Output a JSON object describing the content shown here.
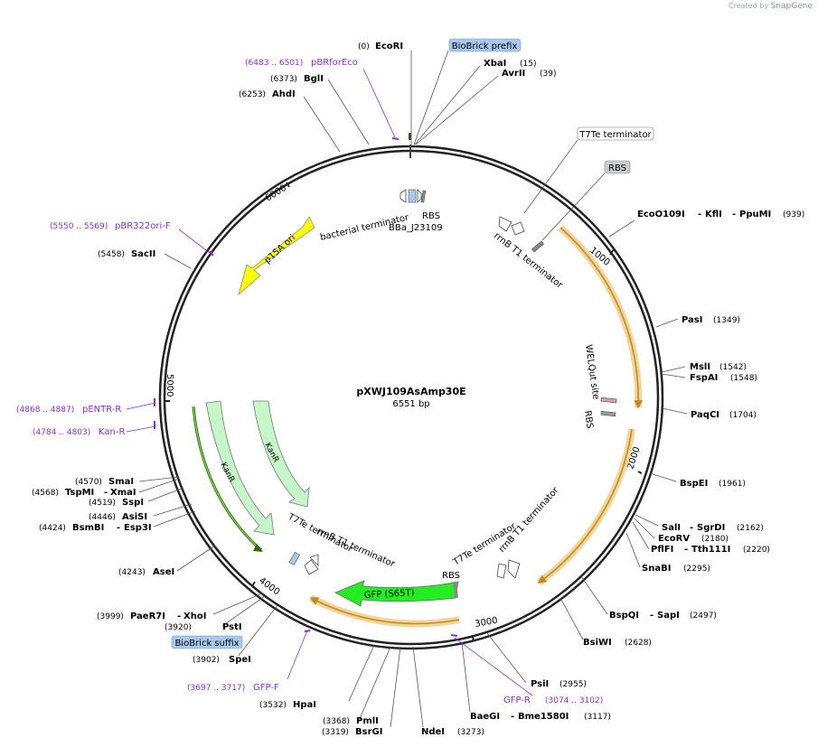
{
  "header": {
    "created_by": "Created by",
    "brand": "SnapGene"
  },
  "plasmid": {
    "name": "pXWJ109AsAmp30E",
    "size_label": "6551 bp",
    "length": 6551
  },
  "ruler": [
    "1000",
    "2000",
    "3000",
    "4000",
    "5000",
    "6000"
  ],
  "colors": {
    "primer": "#8b2fc9",
    "ori": "#ffff00",
    "kanr": "#c6f7c9",
    "gfp": "#22ee22",
    "orange": "#f1d59a",
    "promoter_box": "#a9c8ef",
    "rbs_box": "#c9ced3"
  },
  "sites": [
    {
      "name": "EcoRI",
      "pos": "(0)"
    },
    {
      "name": "XbaI",
      "pos": "(15)"
    },
    {
      "name": "AvrII",
      "pos": "(39)"
    },
    {
      "name": "EcoO109I",
      "name2": "KflI",
      "name3": "PpuMI",
      "pos": "(939)"
    },
    {
      "name": "PasI",
      "pos": "(1349)"
    },
    {
      "name": "MslI",
      "pos": "(1542)"
    },
    {
      "name": "FspAI",
      "pos": "(1548)"
    },
    {
      "name": "PaqCI",
      "pos": "(1704)"
    },
    {
      "name": "BspEI",
      "pos": "(1961)"
    },
    {
      "name": "SalI",
      "name2": "SgrDI",
      "pos": "(2162)"
    },
    {
      "name": "EcoRV",
      "pos": "(2180)"
    },
    {
      "name": "PflFI",
      "name2": "Tth111I",
      "pos": "(2220)"
    },
    {
      "name": "SnaBI",
      "pos": "(2295)"
    },
    {
      "name": "BspQI",
      "name2": "SapI",
      "pos": "(2497)"
    },
    {
      "name": "BsiWI",
      "pos": "(2628)"
    },
    {
      "name": "PsiI",
      "pos": "(2955)"
    },
    {
      "name": "BaeGI",
      "name2": "Bme1580I",
      "pos": "(3117)"
    },
    {
      "name": "NdeI",
      "pos": "(3273)"
    },
    {
      "name": "BsrGI",
      "pos": "(3319)"
    },
    {
      "name": "PmlI",
      "pos": "(3368)"
    },
    {
      "name": "HpaI",
      "pos": "(3532)"
    },
    {
      "name": "SpeI",
      "pos": "(3902)"
    },
    {
      "name": "PstI",
      "pos": "(3920)"
    },
    {
      "name": "PaeR7I",
      "name2": "XhoI",
      "pos": "(3999)"
    },
    {
      "name": "AseI",
      "pos": "(4243)"
    },
    {
      "name": "BsmBI",
      "name2": "Esp3I",
      "pos": "(4424)"
    },
    {
      "name": "AsiSI",
      "pos": "(4446)"
    },
    {
      "name": "SspI",
      "pos": "(4519)"
    },
    {
      "name": "TspMI",
      "name2": "XmaI",
      "pos": "(4568)"
    },
    {
      "name": "SmaI",
      "pos": "(4570)"
    },
    {
      "name": "SacII",
      "pos": "(5458)"
    },
    {
      "name": "AhdI",
      "pos": "(6253)"
    },
    {
      "name": "BglI",
      "pos": "(6373)"
    }
  ],
  "primers": [
    {
      "name": "pBRforEco",
      "range": "(6483 .. 6501)"
    },
    {
      "name": "pBR322ori-F",
      "range": "(5550 .. 5569)"
    },
    {
      "name": "pENTR-R",
      "range": "(4868 .. 4887)"
    },
    {
      "name": "Kan-R",
      "range": "(4784 .. 4803)"
    },
    {
      "name": "GFP-F",
      "range": "(3697 .. 3717)"
    },
    {
      "name": "GFP-R",
      "range": "(3074 .. 3102)"
    }
  ],
  "callouts": {
    "biobrick_prefix": "BioBrick prefix",
    "biobrick_suffix": "BioBrick suffix",
    "t7te_terminator": "T7Te terminator",
    "rbs": "RBS"
  },
  "features": {
    "bacterial_terminator": "bacterial terminator",
    "rbs_top": "RBS",
    "bba": "BBa_J23109",
    "rrnb_top": "rrnB T1 terminator",
    "welqut": "WELQut site",
    "rbs_right": "RBS",
    "p15a": "p15A ori",
    "kanr_inner": "KanR",
    "kanr_outer": "KanR",
    "t7te_left": "T7Te terminator",
    "rrnb_left": "rrnB T1 terminator",
    "gfp": "GFP (S65T)",
    "rbs_bottom": "RBS",
    "t7te_right": "T7Te terminator",
    "rrnb_right": "rrnB T1 terminator"
  }
}
